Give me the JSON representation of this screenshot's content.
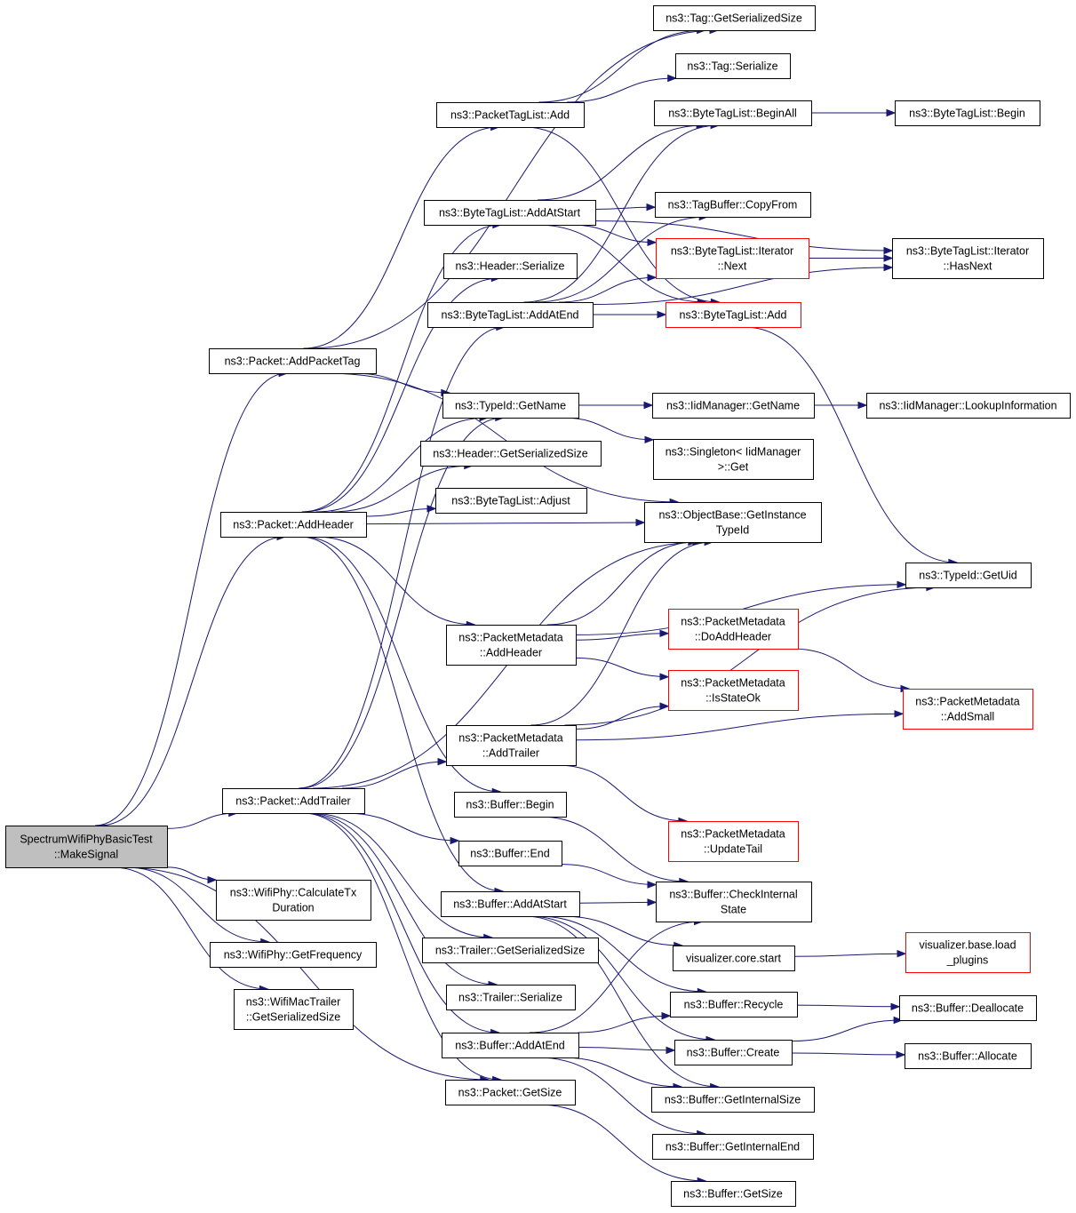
{
  "diagram": {
    "edge_color": "#191970",
    "root_fill": "#bfbfbf",
    "red_border": "#ff0000",
    "nodes": [
      {
        "id": "root",
        "lines": [
          "SpectrumWifiPhyBasicTest",
          "::MakeSignal"
        ],
        "style": "root"
      },
      {
        "id": "addPacketTag",
        "lines": [
          "ns3::Packet::AddPacketTag"
        ],
        "style": "normal"
      },
      {
        "id": "addHeader",
        "lines": [
          "ns3::Packet::AddHeader"
        ],
        "style": "normal"
      },
      {
        "id": "addTrailer",
        "lines": [
          "ns3::Packet::AddTrailer"
        ],
        "style": "normal"
      },
      {
        "id": "calcTx",
        "lines": [
          "ns3::WifiPhy::CalculateTx",
          "Duration"
        ],
        "style": "normal"
      },
      {
        "id": "getFreq",
        "lines": [
          "ns3::WifiPhy::GetFrequency"
        ],
        "style": "normal"
      },
      {
        "id": "macTrailer",
        "lines": [
          "ns3::WifiMacTrailer",
          "::GetSerializedSize"
        ],
        "style": "normal"
      },
      {
        "id": "tagGetSer",
        "lines": [
          "ns3::Tag::GetSerializedSize"
        ],
        "style": "normal"
      },
      {
        "id": "tagSer",
        "lines": [
          "ns3::Tag::Serialize"
        ],
        "style": "normal"
      },
      {
        "id": "ptlAdd",
        "lines": [
          "ns3::PacketTagList::Add"
        ],
        "style": "normal"
      },
      {
        "id": "btlBeginAll",
        "lines": [
          "ns3::ByteTagList::BeginAll"
        ],
        "style": "normal"
      },
      {
        "id": "btlBegin",
        "lines": [
          "ns3::ByteTagList::Begin"
        ],
        "style": "normal"
      },
      {
        "id": "btlAddAtStart",
        "lines": [
          "ns3::ByteTagList::AddAtStart"
        ],
        "style": "normal"
      },
      {
        "id": "tbCopyFrom",
        "lines": [
          "ns3::TagBuffer::CopyFrom"
        ],
        "style": "normal"
      },
      {
        "id": "btlIterNext",
        "lines": [
          "ns3::ByteTagList::Iterator",
          "::Next"
        ],
        "style": "red"
      },
      {
        "id": "btlIterHasNext",
        "lines": [
          "ns3::ByteTagList::Iterator",
          "::HasNext"
        ],
        "style": "normal"
      },
      {
        "id": "headerSer",
        "lines": [
          "ns3::Header::Serialize"
        ],
        "style": "normal"
      },
      {
        "id": "btlAddAtEnd",
        "lines": [
          "ns3::ByteTagList::AddAtEnd"
        ],
        "style": "normal"
      },
      {
        "id": "btlAdd",
        "lines": [
          "ns3::ByteTagList::Add"
        ],
        "style": "red"
      },
      {
        "id": "typeIdGetName",
        "lines": [
          "ns3::TypeId::GetName"
        ],
        "style": "normal"
      },
      {
        "id": "iidGetName",
        "lines": [
          "ns3::IidManager::GetName"
        ],
        "style": "normal"
      },
      {
        "id": "iidLookup",
        "lines": [
          "ns3::IidManager::LookupInformation"
        ],
        "style": "normal"
      },
      {
        "id": "singletonGet",
        "lines": [
          "ns3::Singleton< IidManager",
          ">::Get"
        ],
        "style": "normal"
      },
      {
        "id": "headerGetSer",
        "lines": [
          "ns3::Header::GetSerializedSize"
        ],
        "style": "normal"
      },
      {
        "id": "btlAdjust",
        "lines": [
          "ns3::ByteTagList::Adjust"
        ],
        "style": "normal"
      },
      {
        "id": "objGetInst",
        "lines": [
          "ns3::ObjectBase::GetInstance",
          "TypeId"
        ],
        "style": "normal"
      },
      {
        "id": "typeIdGetUid",
        "lines": [
          "ns3::TypeId::GetUid"
        ],
        "style": "normal"
      },
      {
        "id": "pmAddHeader",
        "lines": [
          "ns3::PacketMetadata",
          "::AddHeader"
        ],
        "style": "normal"
      },
      {
        "id": "pmDoAddHeader",
        "lines": [
          "ns3::PacketMetadata",
          "::DoAddHeader"
        ],
        "style": "red"
      },
      {
        "id": "pmIsStateOk",
        "lines": [
          "ns3::PacketMetadata",
          "::IsStateOk"
        ],
        "style": "red"
      },
      {
        "id": "pmAddSmall",
        "lines": [
          "ns3::PacketMetadata",
          "::AddSmall"
        ],
        "style": "red"
      },
      {
        "id": "pmAddTrailer",
        "lines": [
          "ns3::PacketMetadata",
          "::AddTrailer"
        ],
        "style": "normal"
      },
      {
        "id": "bufBegin",
        "lines": [
          "ns3::Buffer::Begin"
        ],
        "style": "normal"
      },
      {
        "id": "pmUpdateTail",
        "lines": [
          "ns3::PacketMetadata",
          "::UpdateTail"
        ],
        "style": "red"
      },
      {
        "id": "bufEnd",
        "lines": [
          "ns3::Buffer::End"
        ],
        "style": "normal"
      },
      {
        "id": "bufCheck",
        "lines": [
          "ns3::Buffer::CheckInternal",
          "State"
        ],
        "style": "normal"
      },
      {
        "id": "bufAddAtStart",
        "lines": [
          "ns3::Buffer::AddAtStart"
        ],
        "style": "normal"
      },
      {
        "id": "vizStart",
        "lines": [
          "visualizer.core.start"
        ],
        "style": "normal"
      },
      {
        "id": "vizLoad",
        "lines": [
          "visualizer.base.load",
          "_plugins"
        ],
        "style": "red"
      },
      {
        "id": "trailerGetSer",
        "lines": [
          "ns3::Trailer::GetSerializedSize"
        ],
        "style": "normal"
      },
      {
        "id": "trailerSer",
        "lines": [
          "ns3::Trailer::Serialize"
        ],
        "style": "normal"
      },
      {
        "id": "bufRecycle",
        "lines": [
          "ns3::Buffer::Recycle"
        ],
        "style": "normal"
      },
      {
        "id": "bufDealloc",
        "lines": [
          "ns3::Buffer::Deallocate"
        ],
        "style": "normal"
      },
      {
        "id": "bufAddAtEnd",
        "lines": [
          "ns3::Buffer::AddAtEnd"
        ],
        "style": "normal"
      },
      {
        "id": "bufCreate",
        "lines": [
          "ns3::Buffer::Create"
        ],
        "style": "normal"
      },
      {
        "id": "bufAlloc",
        "lines": [
          "ns3::Buffer::Allocate"
        ],
        "style": "normal"
      },
      {
        "id": "pktGetSize",
        "lines": [
          "ns3::Packet::GetSize"
        ],
        "style": "normal"
      },
      {
        "id": "bufGetIntSize",
        "lines": [
          "ns3::Buffer::GetInternalSize"
        ],
        "style": "normal"
      },
      {
        "id": "bufGetIntEnd",
        "lines": [
          "ns3::Buffer::GetInternalEnd"
        ],
        "style": "normal"
      },
      {
        "id": "bufGetSize",
        "lines": [
          "ns3::Buffer::GetSize"
        ],
        "style": "normal"
      }
    ],
    "edges": [
      [
        "root",
        "addPacketTag"
      ],
      [
        "root",
        "addHeader"
      ],
      [
        "root",
        "addTrailer"
      ],
      [
        "root",
        "calcTx"
      ],
      [
        "root",
        "getFreq"
      ],
      [
        "root",
        "macTrailer"
      ],
      [
        "root",
        "pktGetSize"
      ],
      [
        "addPacketTag",
        "tagGetSer"
      ],
      [
        "addPacketTag",
        "ptlAdd"
      ],
      [
        "addPacketTag",
        "typeIdGetName"
      ],
      [
        "addPacketTag",
        "objGetInst"
      ],
      [
        "ptlAdd",
        "tagGetSer"
      ],
      [
        "ptlAdd",
        "tagSer"
      ],
      [
        "ptlAdd",
        "btlAdd"
      ],
      [
        "btlBeginAll",
        "btlBegin"
      ],
      [
        "btlAddAtStart",
        "btlBeginAll"
      ],
      [
        "btlAddAtStart",
        "tbCopyFrom"
      ],
      [
        "btlAddAtStart",
        "btlIterNext"
      ],
      [
        "btlAddAtStart",
        "btlIterHasNext"
      ],
      [
        "btlAddAtStart",
        "btlAdd"
      ],
      [
        "btlIterNext",
        "btlIterHasNext"
      ],
      [
        "btlAddAtEnd",
        "btlBeginAll"
      ],
      [
        "btlAddAtEnd",
        "tbCopyFrom"
      ],
      [
        "btlAddAtEnd",
        "btlIterNext"
      ],
      [
        "btlAddAtEnd",
        "btlAdd"
      ],
      [
        "btlAddAtEnd",
        "btlIterHasNext"
      ],
      [
        "btlAdd",
        "typeIdGetUid"
      ],
      [
        "typeIdGetName",
        "iidGetName"
      ],
      [
        "typeIdGetName",
        "singletonGet"
      ],
      [
        "iidGetName",
        "iidLookup"
      ],
      [
        "addHeader",
        "btlAddAtStart"
      ],
      [
        "addHeader",
        "headerSer"
      ],
      [
        "addHeader",
        "typeIdGetName"
      ],
      [
        "addHeader",
        "headerGetSer"
      ],
      [
        "addHeader",
        "btlAdjust"
      ],
      [
        "addHeader",
        "objGetInst"
      ],
      [
        "addHeader",
        "pmAddHeader"
      ],
      [
        "addHeader",
        "bufBegin"
      ],
      [
        "addHeader",
        "bufAddAtStart"
      ],
      [
        "pmAddHeader",
        "objGetInst"
      ],
      [
        "pmAddHeader",
        "typeIdGetUid"
      ],
      [
        "pmAddHeader",
        "pmDoAddHeader"
      ],
      [
        "pmAddHeader",
        "pmIsStateOk"
      ],
      [
        "pmDoAddHeader",
        "pmAddSmall"
      ],
      [
        "pmAddTrailer",
        "objGetInst"
      ],
      [
        "pmAddTrailer",
        "pmIsStateOk"
      ],
      [
        "pmAddTrailer",
        "typeIdGetUid"
      ],
      [
        "pmAddTrailer",
        "pmAddSmall"
      ],
      [
        "pmAddTrailer",
        "pmUpdateTail"
      ],
      [
        "addTrailer",
        "btlAddAtEnd"
      ],
      [
        "addTrailer",
        "typeIdGetName"
      ],
      [
        "addTrailer",
        "objGetInst"
      ],
      [
        "addTrailer",
        "pmAddTrailer"
      ],
      [
        "addTrailer",
        "bufEnd"
      ],
      [
        "addTrailer",
        "trailerGetSer"
      ],
      [
        "addTrailer",
        "trailerSer"
      ],
      [
        "addTrailer",
        "bufAddAtEnd"
      ],
      [
        "addTrailer",
        "pktGetSize"
      ],
      [
        "bufBegin",
        "bufCheck"
      ],
      [
        "bufEnd",
        "bufCheck"
      ],
      [
        "bufAddAtStart",
        "bufCheck"
      ],
      [
        "bufAddAtStart",
        "vizStart"
      ],
      [
        "bufAddAtStart",
        "bufRecycle"
      ],
      [
        "bufAddAtStart",
        "bufCreate"
      ],
      [
        "bufAddAtStart",
        "bufGetIntSize"
      ],
      [
        "vizStart",
        "vizLoad"
      ],
      [
        "bufRecycle",
        "bufDealloc"
      ],
      [
        "bufCreate",
        "bufDealloc"
      ],
      [
        "bufCreate",
        "bufAlloc"
      ],
      [
        "bufAddAtEnd",
        "bufCheck"
      ],
      [
        "bufAddAtEnd",
        "bufRecycle"
      ],
      [
        "bufAddAtEnd",
        "bufCreate"
      ],
      [
        "bufAddAtEnd",
        "bufGetIntSize"
      ],
      [
        "bufAddAtEnd",
        "bufGetIntEnd"
      ],
      [
        "pktGetSize",
        "bufGetSize"
      ]
    ]
  }
}
